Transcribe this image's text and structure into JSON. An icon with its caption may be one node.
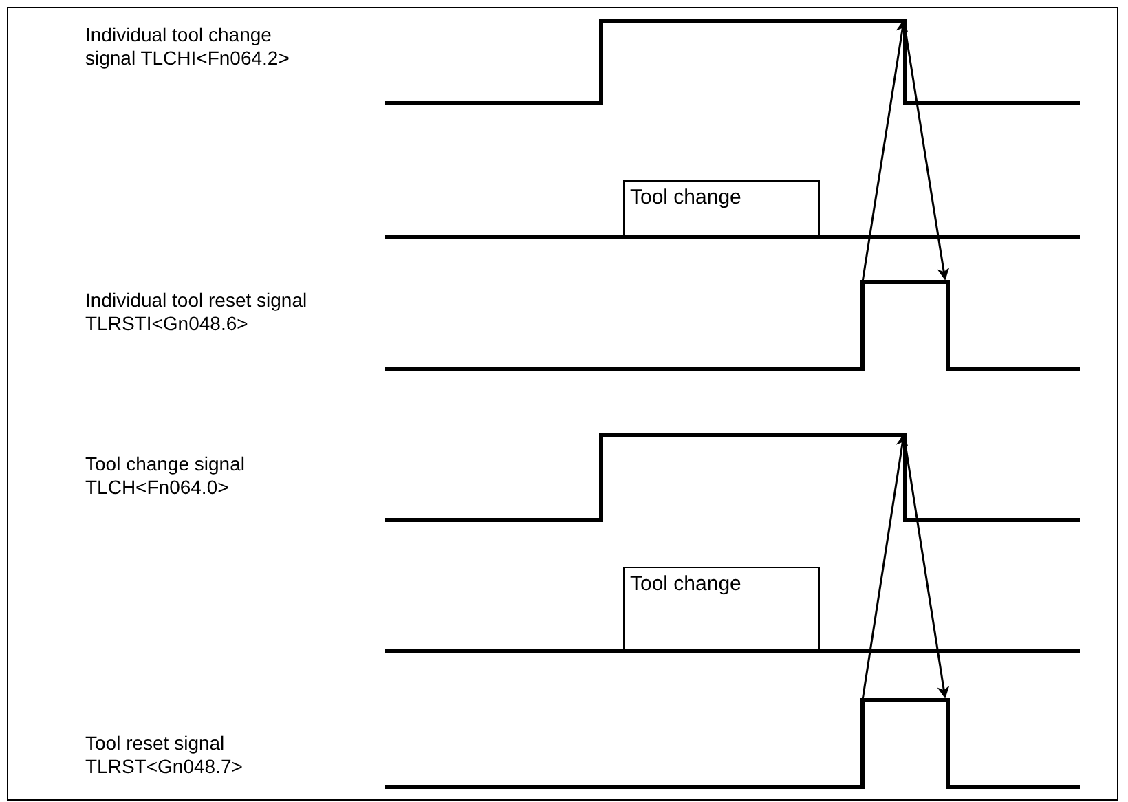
{
  "diagram": {
    "nodes": [
      {
        "text": [],
        "shape": "waveform"
      },
      {
        "text": [
          "Tool change"
        ]
      },
      {
        "text": [],
        "shape": "waveform"
      },
      {
        "text": [],
        "shape": "waveform"
      },
      {
        "text": [
          "Tool change"
        ]
      },
      {
        "text": [],
        "shape": "waveform"
      }
    ],
    "edges": [
      {
        "from": 2,
        "to": 0,
        "arrow": "to"
      },
      {
        "from": 0,
        "to": 2,
        "arrow": "to"
      },
      {
        "from": 5,
        "to": 3,
        "arrow": "to"
      },
      {
        "from": 3,
        "to": 5,
        "arrow": "to"
      }
    ],
    "labels": [
      "Individual tool change signal TLCHI<Fn064.2>",
      "Individual tool reset signal TLRSTI<Gn048.6>",
      "Tool change signal TLCH<Fn064.0>",
      "Tool reset signal TLRST<Gn048.7>"
    ]
  }
}
